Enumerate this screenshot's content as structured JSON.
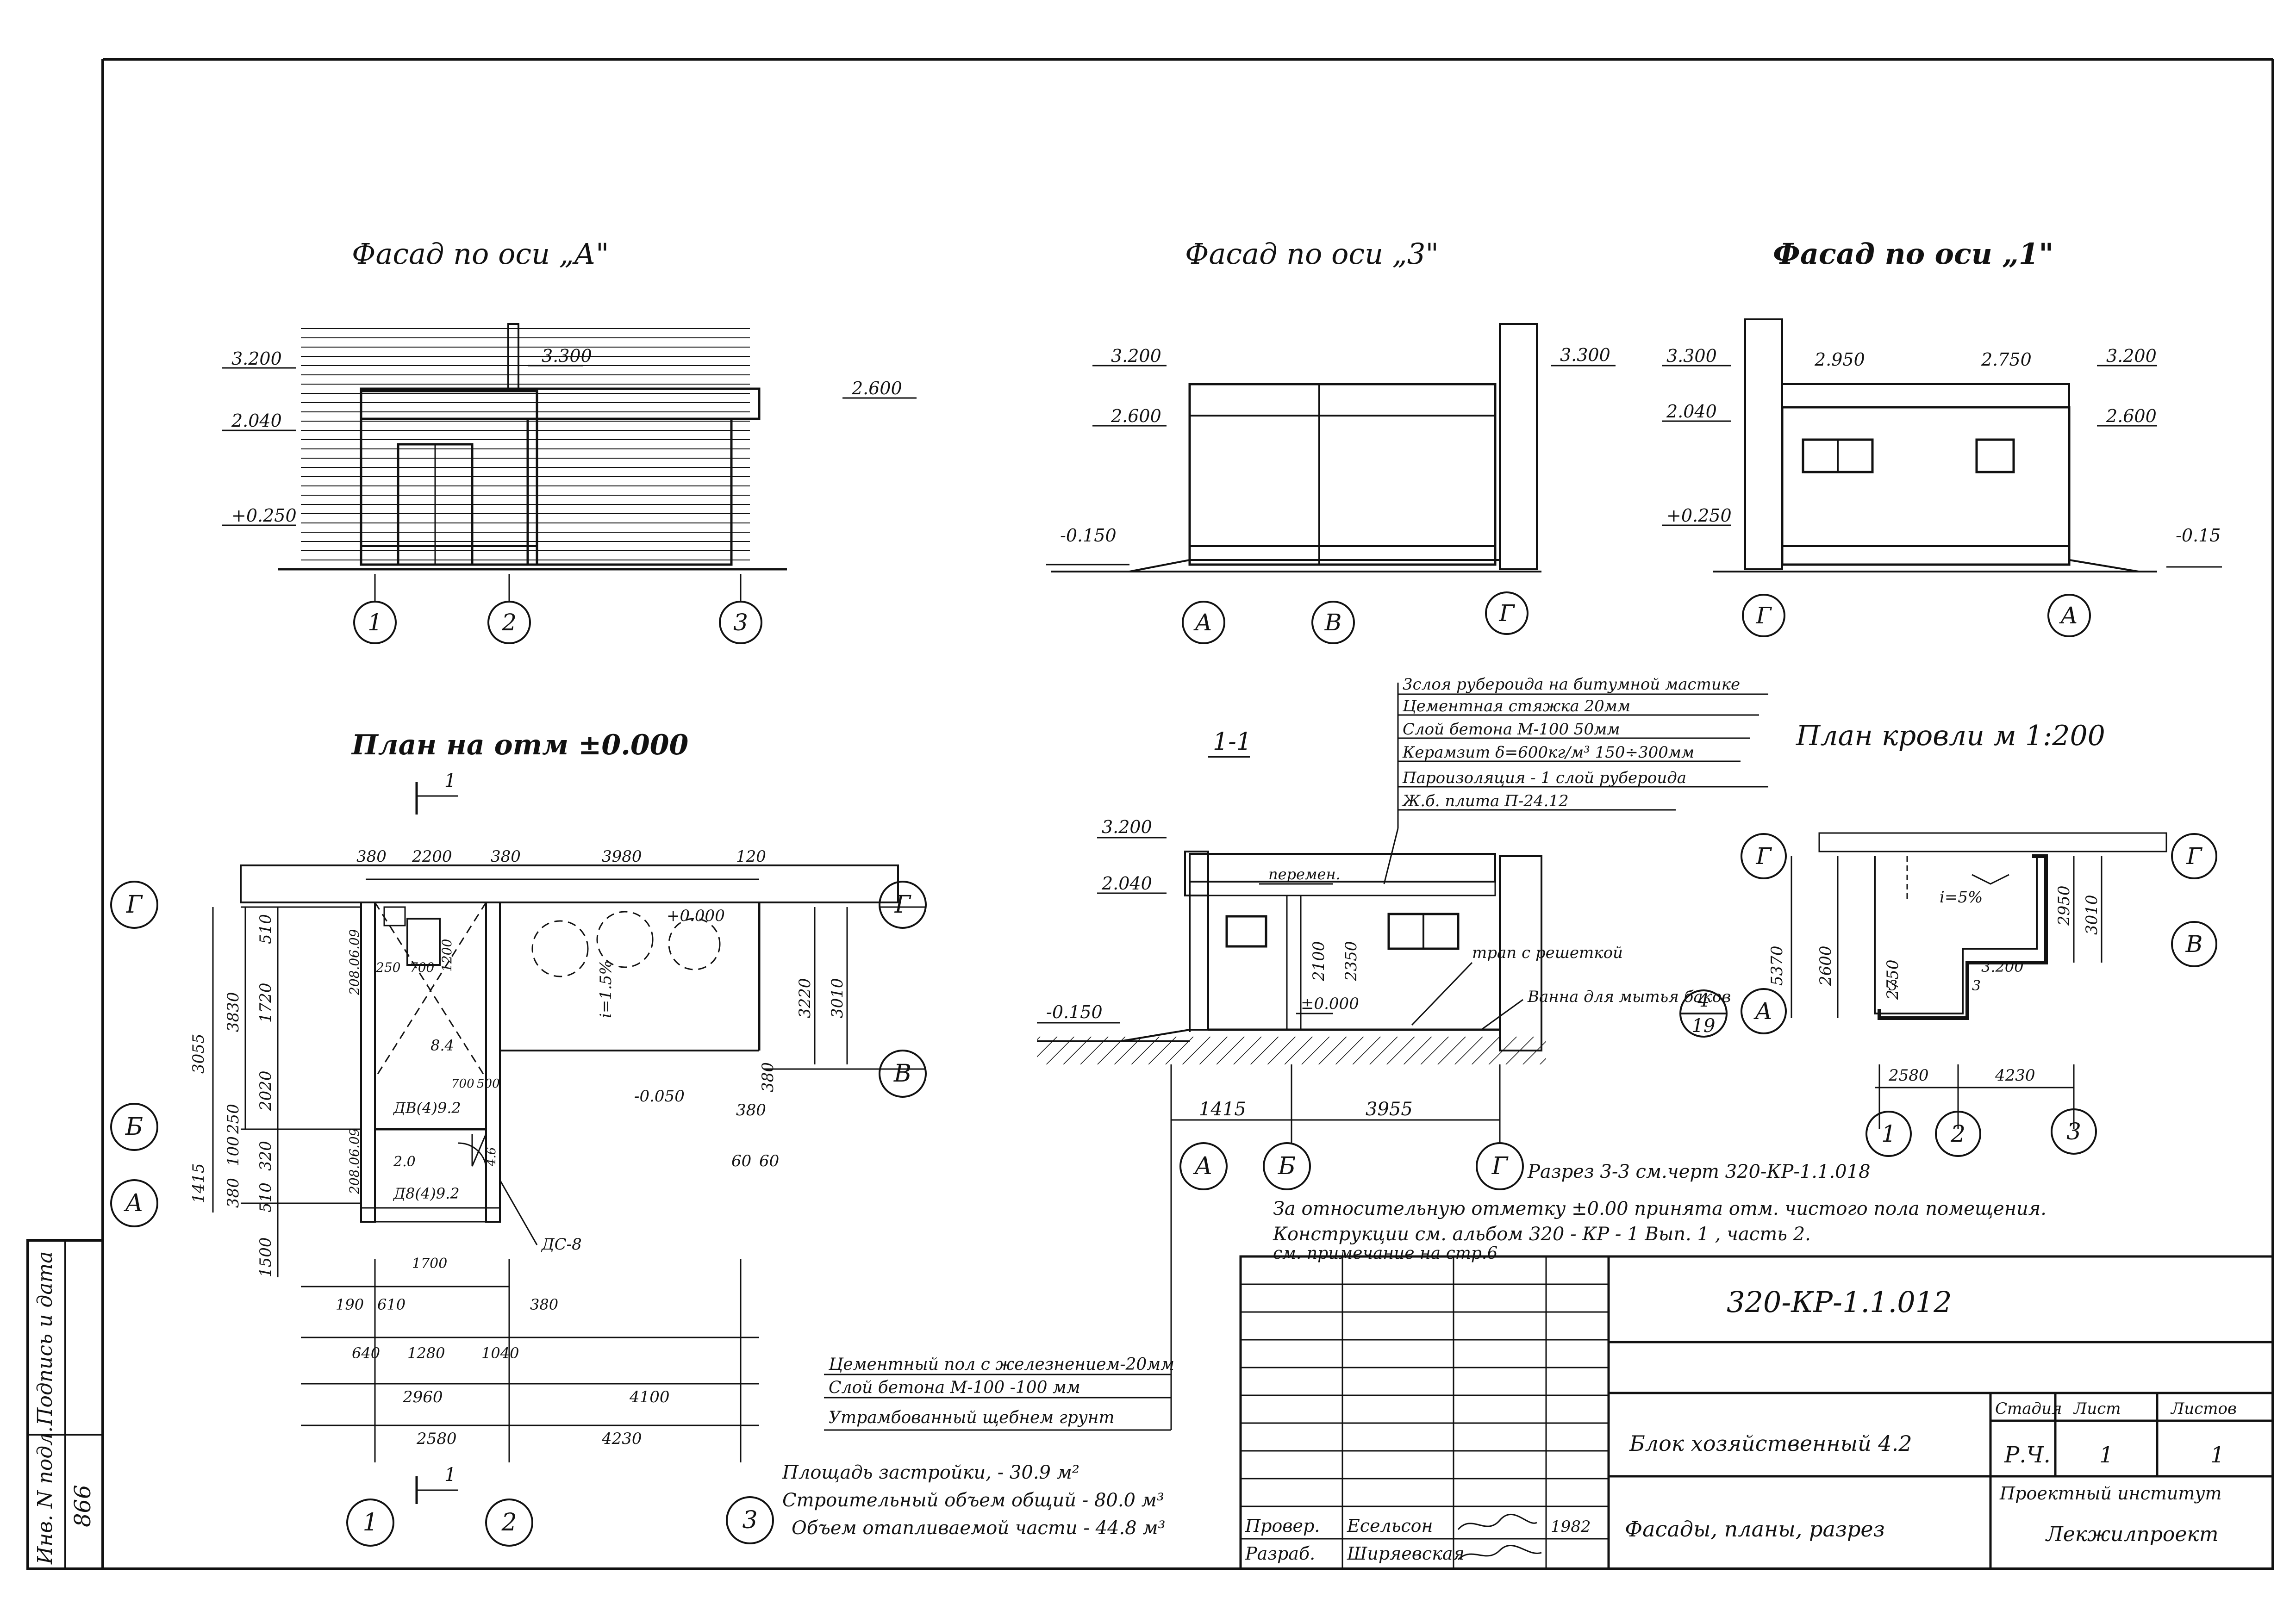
{
  "colors": {
    "ink": "#111111",
    "paper": "#ffffff"
  },
  "views": {
    "facade_a": {
      "title": "Фасад по оси „А\"",
      "levels": [
        "3.200",
        "3.300",
        "2.040",
        "2.600",
        "+0.250"
      ],
      "axes": [
        "1",
        "2",
        "3"
      ]
    },
    "facade_3": {
      "title": "Фасад по оси „3\"",
      "levels": [
        "3.200",
        "3.300",
        "2.600",
        "-0.150"
      ],
      "axes": [
        "А",
        "В",
        "Г"
      ]
    },
    "facade_1": {
      "title": "Фасад по оси „1\"",
      "levels": [
        "3.300",
        "2.950",
        "2.750",
        "3.200",
        "2.040",
        "2.600",
        "+0.250",
        "-0.15"
      ],
      "axes": [
        "Г",
        "А"
      ]
    },
    "plan": {
      "title": "План на отм ±0.000",
      "section_mark": "1",
      "top_dims": [
        "380",
        "2200",
        "380",
        "3980",
        "120"
      ],
      "left_dims": [
        "3055",
        "3830",
        "1415",
        "510",
        "1720",
        "2020",
        "250",
        "100",
        "320",
        "380",
        "510",
        "1500"
      ],
      "right_dims": [
        "3220",
        "3010",
        "380",
        "380",
        "60",
        "60"
      ],
      "interior": [
        "250",
        "700",
        "1200",
        "208.06.09",
        "ДВ(4)9.2",
        "8.4",
        "700",
        "500",
        "208.06.09",
        "2.0",
        "Д8(4)9.2",
        "1700",
        "4.6",
        "i=1.5%"
      ],
      "levels": [
        "+0.000",
        "-0.050"
      ],
      "door_tag": "ДС-8",
      "bottom_dims": [
        "190",
        "610",
        "380",
        "640",
        "1280",
        "1040",
        "2960",
        "4100",
        "2580",
        "4230"
      ],
      "axes_rows": [
        "Г",
        "Б",
        "А",
        "Г",
        "В"
      ],
      "axes_cols": [
        "1",
        "2",
        "3"
      ]
    },
    "section": {
      "title": "1-1",
      "layers": [
        "3слоя рубероида на битумной мастике",
        "Цементная стяжка   20мм",
        "Слой бетона  М-100    50мм",
        "Керамзит δ=600кг/м³ 150÷300мм",
        "Пароизоляция - 1 слой рубероида",
        "Ж.б. плита   П-24.12"
      ],
      "levels": [
        "3.200",
        "2.040",
        "-0.150",
        "±0.000"
      ],
      "notes": [
        "перемен.",
        "трап с решеткой",
        "Ванна для мытья баков"
      ],
      "callout": [
        "4",
        "19"
      ],
      "inner_dims": [
        "2100",
        "2350"
      ],
      "dims": [
        "1415",
        "3955"
      ],
      "axes": [
        "А",
        "Б",
        "Г"
      ],
      "reference": "Разрез 3-3 см.черт 320-КР-1.1.018"
    },
    "roof": {
      "title": "План кровли м 1:200",
      "dims": [
        "5370",
        "2600",
        "2750",
        "2950",
        "3010",
        "3.200",
        "i=5%",
        "3",
        "3"
      ],
      "bottom_dims": [
        "2580",
        "4230"
      ],
      "axes_rows": [
        "Г",
        "А",
        "Г",
        "В"
      ],
      "axes_cols": [
        "1",
        "2",
        "3"
      ]
    }
  },
  "notes": [
    "За относительную отметку ±0.00 принята отм. чистого пола помещения.",
    "Конструкции см. альбом  320 - КР - 1    Вып. 1  , часть 2.",
    "см. примечание на стр.6"
  ],
  "floor_layers": [
    "Цементный пол с железнением-20мм",
    "Слой бетона М-100        -100 мм",
    "Утрамбованный щебнем грунт"
  ],
  "stats": [
    "Площадь застройки,     - 30.9 м²",
    "Строительный объем общий - 80.0 м³",
    "Объем отапливаемой части - 44.8 м³"
  ],
  "stamp": {
    "code": "320-КР-1.1.012",
    "name": "Блок хозяйственный 4.2",
    "sheet_title": "Фасады, планы, разрез",
    "headers": [
      "Стадия",
      "Лист",
      "Листов"
    ],
    "values": [
      "Р.Ч.",
      "1",
      "1"
    ],
    "institute_line": "Проектный институт",
    "institute": "Лекжилпроект",
    "roles": [
      "Провер.",
      "Разраб."
    ],
    "names": [
      "Есельсон",
      "Ширяевская"
    ],
    "year": "1982"
  },
  "margin_labels": [
    "Инв. N подл.",
    "Подпись и дата"
  ],
  "margin_value": "866"
}
